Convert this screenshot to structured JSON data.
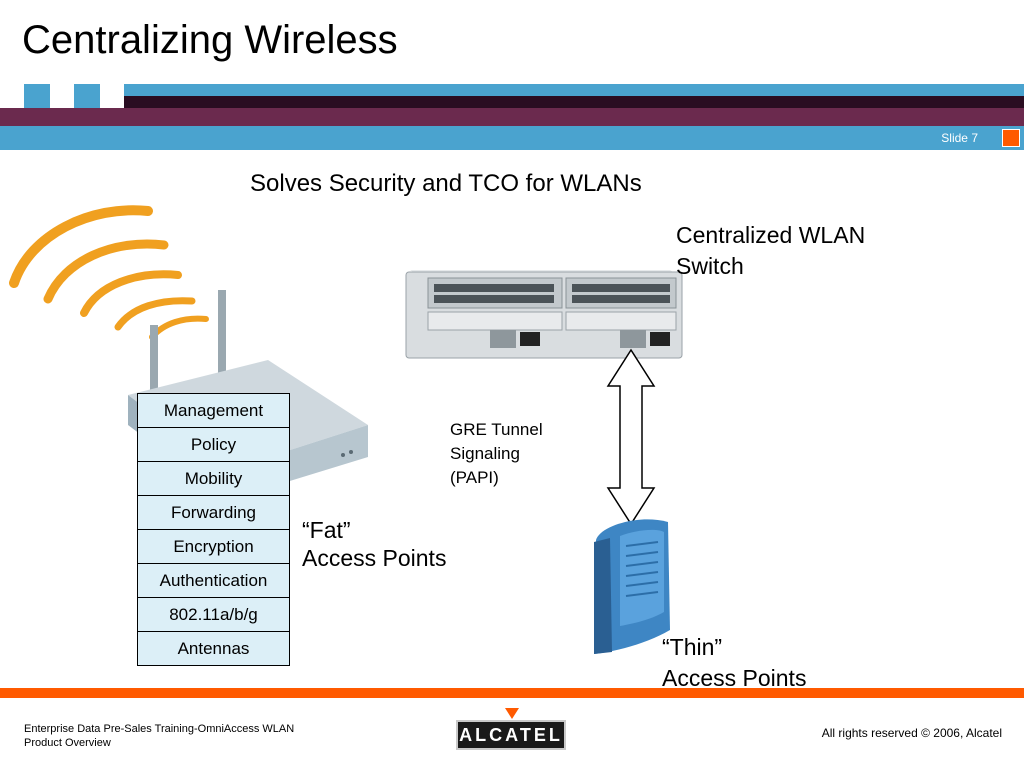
{
  "slide": {
    "title": "Centralizing Wireless",
    "number": "Slide 7",
    "subtitle": "Solves Security and TCO for WLANs"
  },
  "diagram": {
    "switch_label": "Centralized WLAN Switch",
    "fat_label_line1": "“Fat”",
    "fat_label_line2": "Access Points",
    "thin_label_line1": "“Thin”",
    "thin_label_line2": "Access Points",
    "gre_line1": "GRE Tunnel",
    "gre_line2": "Signaling",
    "gre_line3": "(PAPI)",
    "stack_layers": [
      "Management",
      "Policy",
      "Mobility",
      "Forwarding",
      "Encryption",
      "Authentication",
      "802.11a/b/g",
      "Antennas"
    ]
  },
  "footer": {
    "left": "Enterprise Data Pre-Sales Training-OmniAccess WLAN Product Overview",
    "right": "All rights reserved © 2006, Alcatel",
    "logo": "ALCATEL"
  },
  "colors": {
    "band_blue": "#4aa3cf",
    "band_plum": "#6b2a4e",
    "accent_orange": "#ff5a00",
    "layer_fill": "#dceff7"
  }
}
